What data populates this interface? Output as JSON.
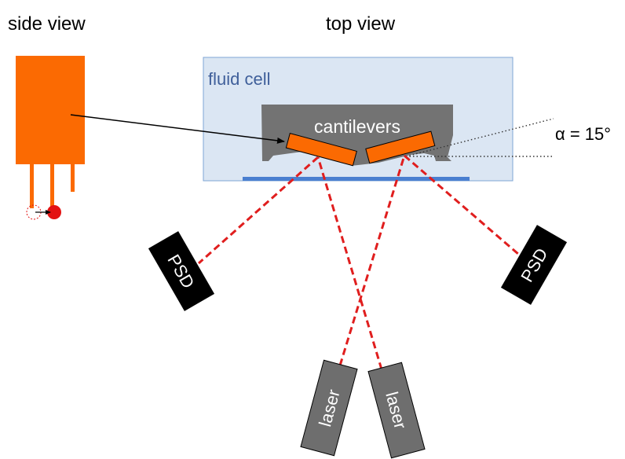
{
  "labels": {
    "side_view": "side view",
    "top_view": "top view",
    "fluid_cell": "fluid cell",
    "cantilevers": "cantilevers",
    "angle": "α = 15°",
    "psd_left": "PSD",
    "psd_right": "PSD",
    "laser_left": "laser",
    "laser_right": "laser"
  },
  "colors": {
    "cantilever_orange": "#fb6a02",
    "fluid_cell_fill": "#dbe6f3",
    "fluid_cell_border": "#7fa6d6",
    "fluid_cell_text": "#3f5f9a",
    "substrate_blue": "#4a7fd0",
    "holder_gray": "#737373",
    "laser_gray": "#6e6e6e",
    "psd_black": "#000000",
    "beam_red": "#e01e1e",
    "tip_red": "#e31313"
  }
}
